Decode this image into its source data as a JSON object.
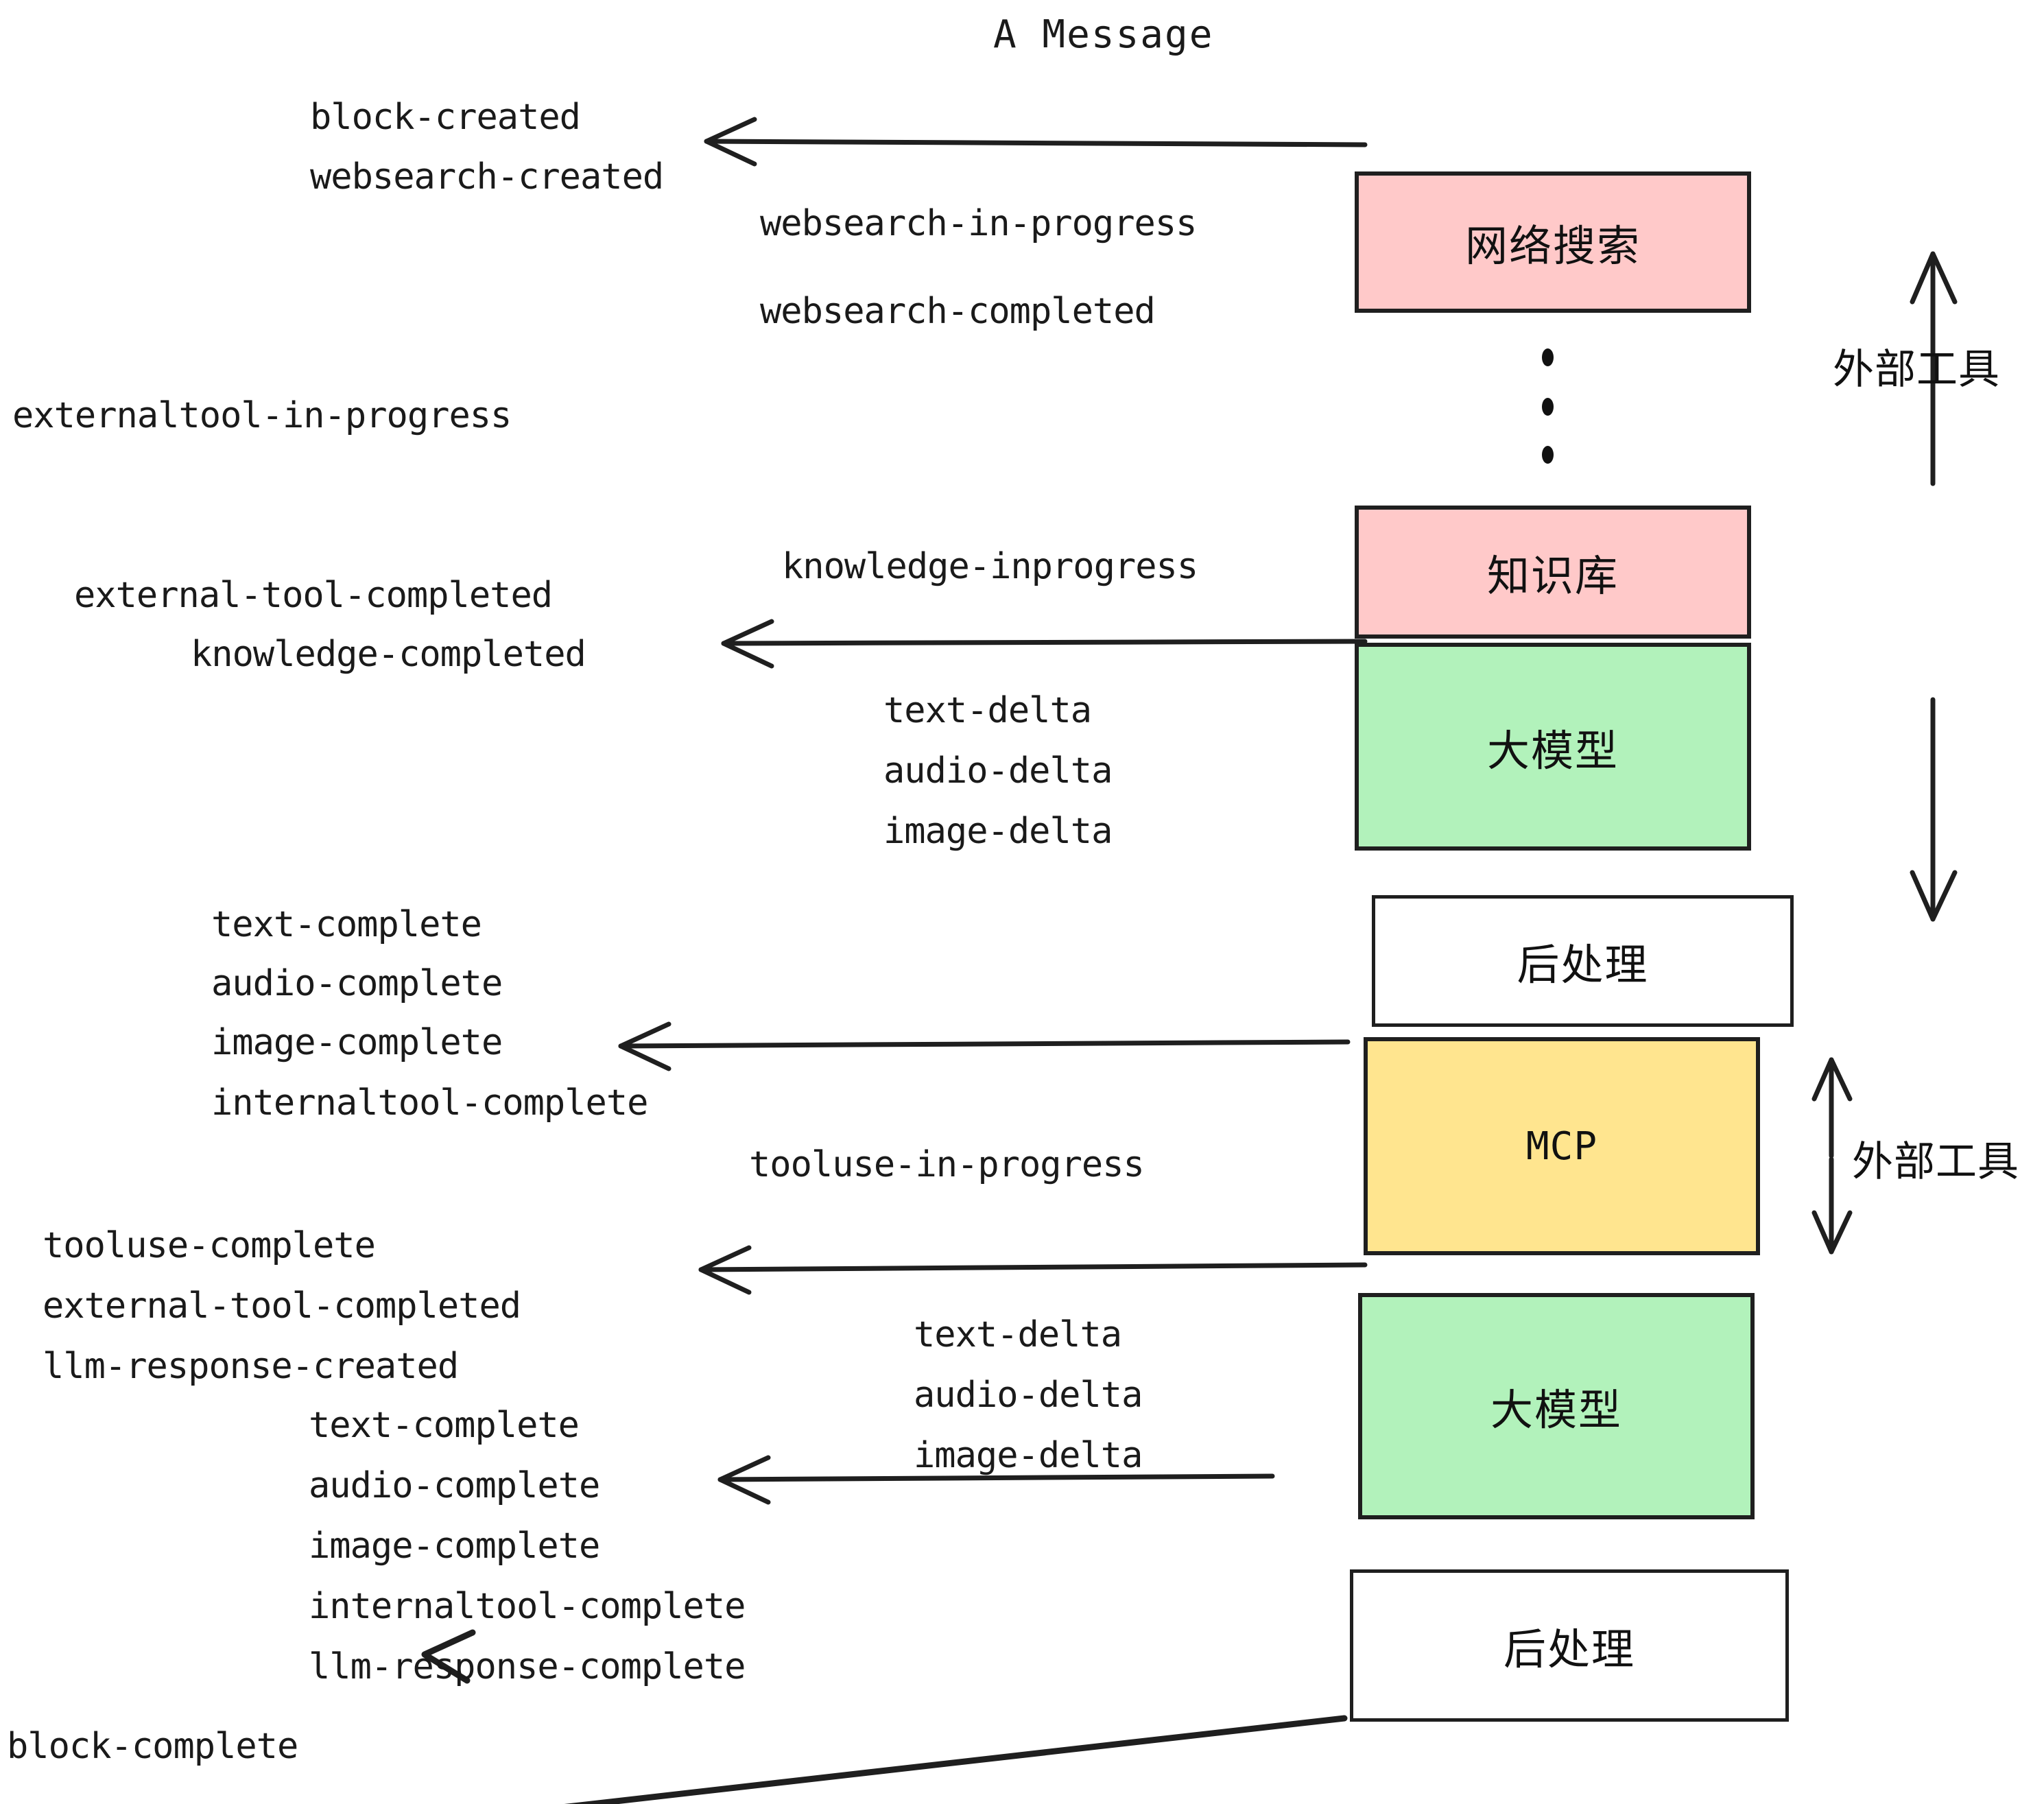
{
  "diagram": {
    "title": "A Message",
    "boxes": [
      {
        "id": "websearch",
        "label": "网络搜索",
        "color": "#ffc9c9"
      },
      {
        "id": "knowledge",
        "label": "知识库",
        "color": "#ffc9c9"
      },
      {
        "id": "llm-top",
        "label": "大模型",
        "color": "#b2f2bb"
      },
      {
        "id": "postprocess-top",
        "label": "后处理",
        "color": "#ffffff"
      },
      {
        "id": "mcp",
        "label": "MCP",
        "color": "#ffe58f"
      },
      {
        "id": "llm-bottom",
        "label": "大模型",
        "color": "#b2f2bb"
      },
      {
        "id": "postprocess-bottom",
        "label": "后处理",
        "color": "#ffffff"
      }
    ],
    "side_labels": [
      {
        "id": "external-tool-top",
        "label": "外部工具"
      },
      {
        "id": "external-tool-bottom",
        "label": "外部工具"
      }
    ],
    "events": [
      {
        "id": "block-created",
        "text": "block-created"
      },
      {
        "id": "websearch-created",
        "text": "websearch-created"
      },
      {
        "id": "websearch-in-progress",
        "text": "websearch-in-progress"
      },
      {
        "id": "websearch-completed",
        "text": "websearch-completed"
      },
      {
        "id": "externaltool-in-progress",
        "text": "externaltool-in-progress"
      },
      {
        "id": "knowledge-inprogress",
        "text": "knowledge-inprogress"
      },
      {
        "id": "external-tool-completed-1",
        "text": "external-tool-completed"
      },
      {
        "id": "knowledge-completed",
        "text": "knowledge-completed"
      },
      {
        "id": "text-delta-1",
        "text": "text-delta"
      },
      {
        "id": "audio-delta-1",
        "text": "audio-delta"
      },
      {
        "id": "image-delta-1",
        "text": "image-delta"
      },
      {
        "id": "text-complete-1",
        "text": "text-complete"
      },
      {
        "id": "audio-complete-1",
        "text": "audio-complete"
      },
      {
        "id": "image-complete-1",
        "text": "image-complete"
      },
      {
        "id": "internaltool-complete-1",
        "text": "internaltool-complete"
      },
      {
        "id": "tooluse-in-progress",
        "text": "tooluse-in-progress"
      },
      {
        "id": "tooluse-complete",
        "text": "tooluse-complete"
      },
      {
        "id": "external-tool-completed-2",
        "text": "external-tool-completed"
      },
      {
        "id": "llm-response-created",
        "text": "llm-response-created"
      },
      {
        "id": "text-delta-2",
        "text": "text-delta"
      },
      {
        "id": "audio-delta-2",
        "text": "audio-delta"
      },
      {
        "id": "image-delta-2",
        "text": "image-delta"
      },
      {
        "id": "text-complete-2",
        "text": "text-complete"
      },
      {
        "id": "audio-complete-2",
        "text": "audio-complete"
      },
      {
        "id": "image-complete-2",
        "text": "image-complete"
      },
      {
        "id": "internaltool-complete-2",
        "text": "internaltool-complete"
      },
      {
        "id": "llm-response-complete",
        "text": "llm-response-complete"
      },
      {
        "id": "block-complete",
        "text": "block-complete"
      }
    ],
    "colors": {
      "pink": "#ffc9c9",
      "green": "#b2f2bb",
      "yellow": "#ffe58f",
      "white": "#ffffff",
      "stroke": "#1f1f1f",
      "text": "#1a1a1a"
    }
  }
}
